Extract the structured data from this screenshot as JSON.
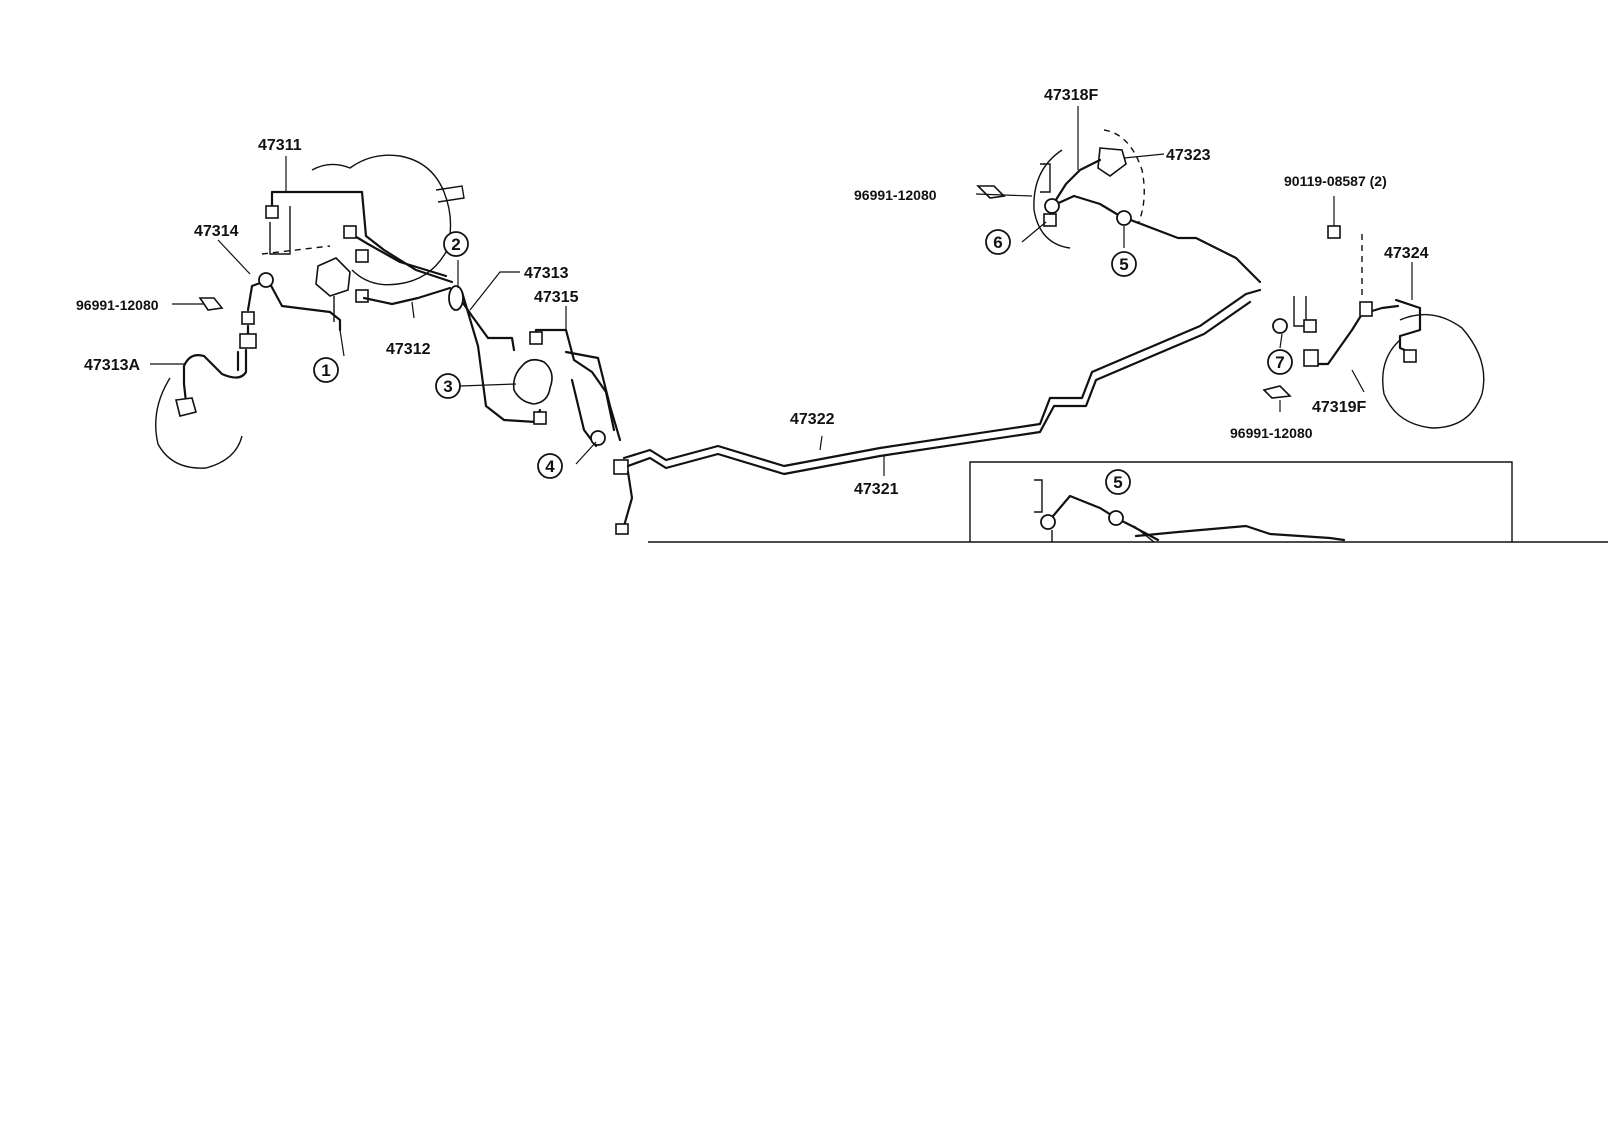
{
  "labels": {
    "p47311": "47311",
    "p47314": "47314",
    "p96991_a": "96991-12080",
    "p47313A": "47313A",
    "p47312": "47312",
    "p47313": "47313",
    "p47315": "47315",
    "p47322": "47322",
    "p47321": "47321",
    "p47318F": "47318F",
    "p47323": "47323",
    "p96991_b": "96991-12080",
    "p90119": "90119-08587 (2)",
    "p47324": "47324",
    "p47319F": "47319F",
    "p96991_c": "96991-12080"
  },
  "callouts": {
    "c1": "1",
    "c2": "2",
    "c3": "3",
    "c4": "4",
    "c5": "5",
    "c6": "6",
    "c7": "7",
    "c5_inset": "5"
  }
}
